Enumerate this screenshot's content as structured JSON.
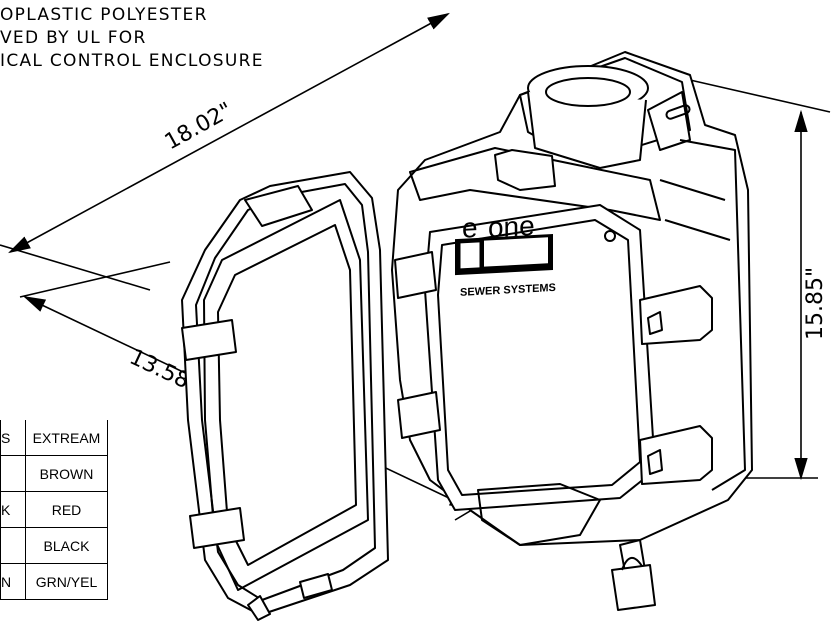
{
  "notes": {
    "line1": "OPLASTIC  POLYESTER",
    "line2": "VED  BY  UL  FOR",
    "line3": "ICAL  CONTROL  ENCLOSURE"
  },
  "dimensions": {
    "length": "18.02\"",
    "width": "13.58\"",
    "height": "15.85\""
  },
  "logo": {
    "brand_left": "e",
    "brand_right": "one",
    "tagline": "SEWER SYSTEMS"
  },
  "wire_table": {
    "rows": [
      {
        "left": "S",
        "right": "EXTREAM"
      },
      {
        "left": "",
        "right": "BROWN"
      },
      {
        "left": "K",
        "right": "RED"
      },
      {
        "left": "",
        "right": "BLACK"
      },
      {
        "left": "N",
        "right": "GRN/YEL"
      }
    ]
  }
}
